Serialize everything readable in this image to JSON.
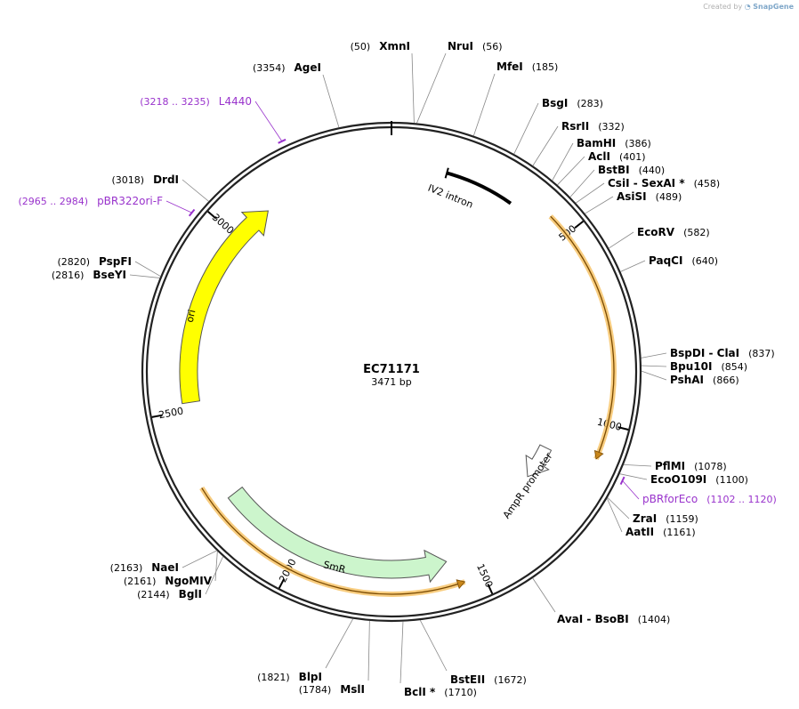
{
  "watermark": {
    "prefix": "Created by",
    "brand": "SnapGene"
  },
  "plasmid": {
    "name": "EC71171",
    "size_label": "3471 bp"
  },
  "ticks": [
    {
      "label": "500",
      "pos": 500
    },
    {
      "label": "1000",
      "pos": 1000
    },
    {
      "label": "1500",
      "pos": 1500
    },
    {
      "label": "2000",
      "pos": 2000
    },
    {
      "label": "2500",
      "pos": 2500
    },
    {
      "label": "3000",
      "pos": 3000
    }
  ],
  "features": [
    {
      "name": "IV2 intron",
      "start": 150,
      "end": 340,
      "color": "#000000",
      "type": "bar"
    },
    {
      "name": "",
      "start": 440,
      "end": 1090,
      "color": "#f5b041",
      "type": "orange-arrow"
    },
    {
      "name": "AmpR promoter",
      "start": 1120,
      "end": 1230,
      "color": "#ffffff",
      "type": "promoter"
    },
    {
      "name": "",
      "start": 1550,
      "end": 2300,
      "color": "#f5b041",
      "type": "orange-arrow-rev"
    },
    {
      "name": "SmR",
      "start": 1580,
      "end": 2240,
      "color": "#ccf5cc",
      "type": "arrow-rev"
    },
    {
      "name": "ori",
      "start": 2520,
      "end": 3110,
      "color": "#ffff00",
      "type": "arrow"
    }
  ],
  "sites": [
    {
      "id": "xmni",
      "name": "XmnI",
      "pos_label": "(50)",
      "bp": 50,
      "color": "#000000"
    },
    {
      "id": "nrui",
      "name": "NruI",
      "pos_label": "(56)",
      "bp": 56,
      "color": "#000000"
    },
    {
      "id": "mfei",
      "name": "MfeI",
      "pos_label": "(185)",
      "bp": 185,
      "color": "#000000"
    },
    {
      "id": "bsgi",
      "name": "BsgI",
      "pos_label": "(283)",
      "bp": 283,
      "color": "#000000"
    },
    {
      "id": "rsrii",
      "name": "RsrII",
      "pos_label": "(332)",
      "bp": 332,
      "color": "#000000"
    },
    {
      "id": "bamhi",
      "name": "BamHI",
      "pos_label": "(386)",
      "bp": 386,
      "color": "#000000"
    },
    {
      "id": "acli",
      "name": "AclI",
      "pos_label": "(401)",
      "bp": 401,
      "color": "#000000"
    },
    {
      "id": "bstbi",
      "name": "BstBI",
      "pos_label": "(440)",
      "bp": 440,
      "color": "#000000"
    },
    {
      "id": "csii",
      "name": "CsiI  - SexAI *",
      "pos_label": "(458)",
      "bp": 458,
      "color": "#000000"
    },
    {
      "id": "asisi",
      "name": "AsiSI",
      "pos_label": "(489)",
      "bp": 489,
      "color": "#000000"
    },
    {
      "id": "ecorv",
      "name": "EcoRV",
      "pos_label": "(582)",
      "bp": 582,
      "color": "#000000"
    },
    {
      "id": "paqci",
      "name": "PaqCI",
      "pos_label": "(640)",
      "bp": 640,
      "color": "#000000"
    },
    {
      "id": "bspdi",
      "name": "BspDI  - ClaI",
      "pos_label": "(837)",
      "bp": 837,
      "color": "#000000"
    },
    {
      "id": "bpu10i",
      "name": "Bpu10I",
      "pos_label": "(854)",
      "bp": 854,
      "color": "#000000"
    },
    {
      "id": "pshai",
      "name": "PshAI",
      "pos_label": "(866)",
      "bp": 866,
      "color": "#000000"
    },
    {
      "id": "pflmi",
      "name": "PflMI",
      "pos_label": "(1078)",
      "bp": 1078,
      "color": "#000000"
    },
    {
      "id": "ecoo109i",
      "name": "EcoO109I",
      "pos_label": "(1100)",
      "bp": 1100,
      "color": "#000000"
    },
    {
      "id": "pbrforeco",
      "name": "pBRforEco",
      "pos_label": "(1102 .. 1120)",
      "bp": 1111,
      "color": "#9933cc",
      "primer": true
    },
    {
      "id": "zrai",
      "name": "ZraI",
      "pos_label": "(1159)",
      "bp": 1159,
      "color": "#000000"
    },
    {
      "id": "aatii",
      "name": "AatII",
      "pos_label": "(1161)",
      "bp": 1161,
      "color": "#000000"
    },
    {
      "id": "avai",
      "name": "AvaI  - BsoBI",
      "pos_label": "(1404)",
      "bp": 1404,
      "color": "#000000"
    },
    {
      "id": "bsteii",
      "name": "BstEII",
      "pos_label": "(1672)",
      "bp": 1672,
      "color": "#000000"
    },
    {
      "id": "bcli",
      "name": "BclI *",
      "pos_label": "(1710)",
      "bp": 1710,
      "color": "#000000"
    },
    {
      "id": "msli",
      "name": "MslI",
      "pos_label": "(1784)",
      "bp": 1784,
      "color": "#000000"
    },
    {
      "id": "blpi",
      "name": "BlpI",
      "pos_label": "(1821)",
      "bp": 1821,
      "color": "#000000"
    },
    {
      "id": "bgli",
      "name": "BglI",
      "pos_label": "(2144)",
      "bp": 2144,
      "color": "#000000"
    },
    {
      "id": "ngomiv",
      "name": "NgoMIV",
      "pos_label": "(2161)",
      "bp": 2161,
      "color": "#000000"
    },
    {
      "id": "naei",
      "name": "NaeI",
      "pos_label": "(2163)",
      "bp": 2163,
      "color": "#000000"
    },
    {
      "id": "bseyi",
      "name": "BseYI",
      "pos_label": "(2816)",
      "bp": 2816,
      "color": "#000000"
    },
    {
      "id": "pspfi",
      "name": "PspFI",
      "pos_label": "(2820)",
      "bp": 2820,
      "color": "#000000"
    },
    {
      "id": "pbr322orif",
      "name": "pBR322ori-F",
      "pos_label": "(2965 .. 2984)",
      "bp": 2975,
      "color": "#9933cc",
      "primer": true
    },
    {
      "id": "drdi",
      "name": "DrdI",
      "pos_label": "(3018)",
      "bp": 3018,
      "color": "#000000"
    },
    {
      "id": "l4440",
      "name": "L4440",
      "pos_label": "(3218 .. 3235)",
      "bp": 3226,
      "color": "#9933cc",
      "primer": true
    },
    {
      "id": "agei",
      "name": "AgeI",
      "pos_label": "(3354)",
      "bp": 3354,
      "color": "#000000"
    }
  ]
}
